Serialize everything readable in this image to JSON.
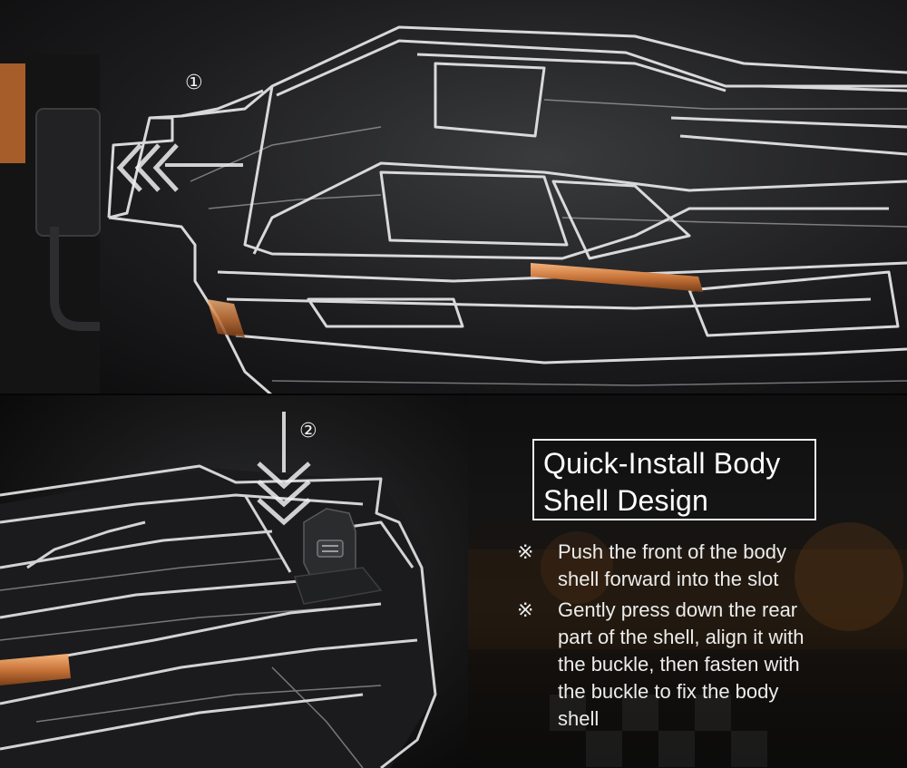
{
  "steps": {
    "step1": "①",
    "step2": "②"
  },
  "feature": {
    "title_line1": "Quick-Install Body",
    "title_line2": "Shell Design"
  },
  "instructions": [
    {
      "mark": "※",
      "text": "Push the front of the body\nshell forward into the slot"
    },
    {
      "mark": "※",
      "text": "Gently press down the rear\npart of the shell, align it with\nthe buckle, then fasten with\nthe buckle to fix the body\nshell"
    }
  ],
  "colors": {
    "background": "#0d0d0e",
    "shell_edge": "#e8e8ea",
    "copper": "#c9753a",
    "text": "#ffffff"
  }
}
